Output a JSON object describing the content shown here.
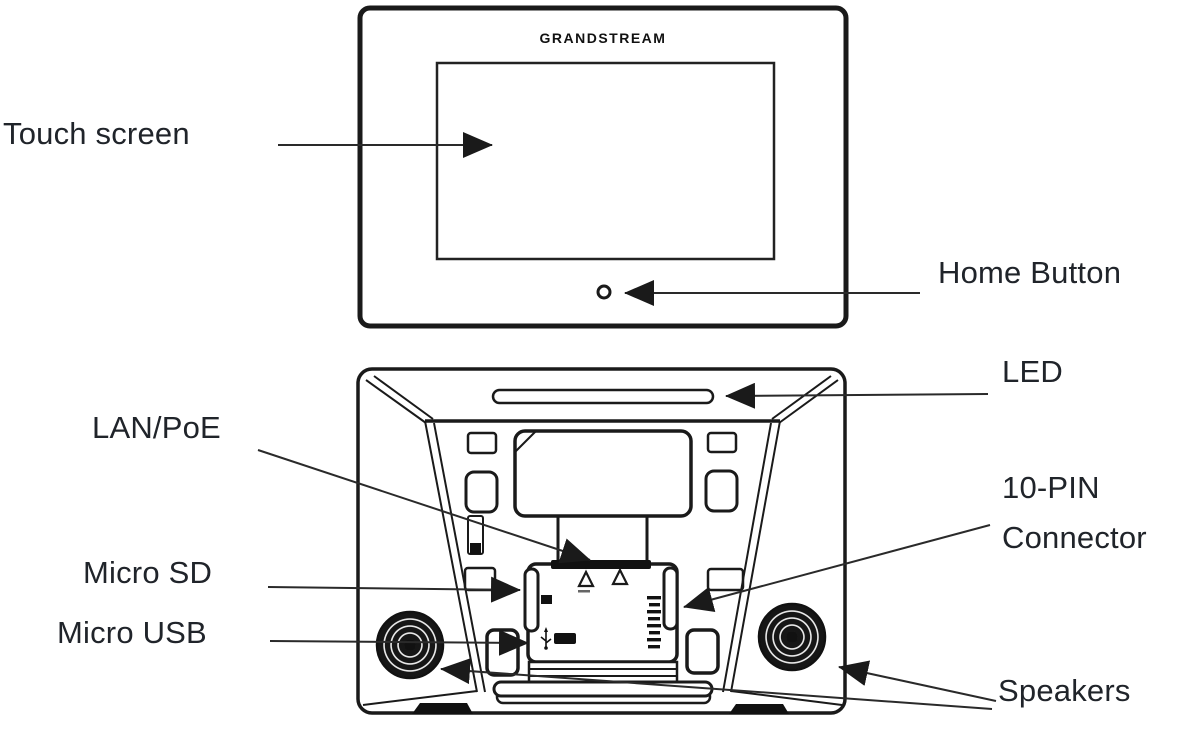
{
  "device": {
    "brand_logo": "GRANDSTREAM"
  },
  "front_view": {
    "callouts": {
      "touch_screen": "Touch screen",
      "home_button": "Home Button"
    }
  },
  "back_view": {
    "callouts": {
      "led": "LED",
      "lan_poe": "LAN/PoE",
      "ten_pin_line1": "10-PIN",
      "ten_pin_line2": "Connector",
      "micro_sd": "Micro SD",
      "micro_usb": "Micro USB",
      "speakers": "Speakers"
    }
  },
  "colors": {
    "ink": "#1a1a1a",
    "label_text": "#20242a",
    "background": "#ffffff"
  }
}
